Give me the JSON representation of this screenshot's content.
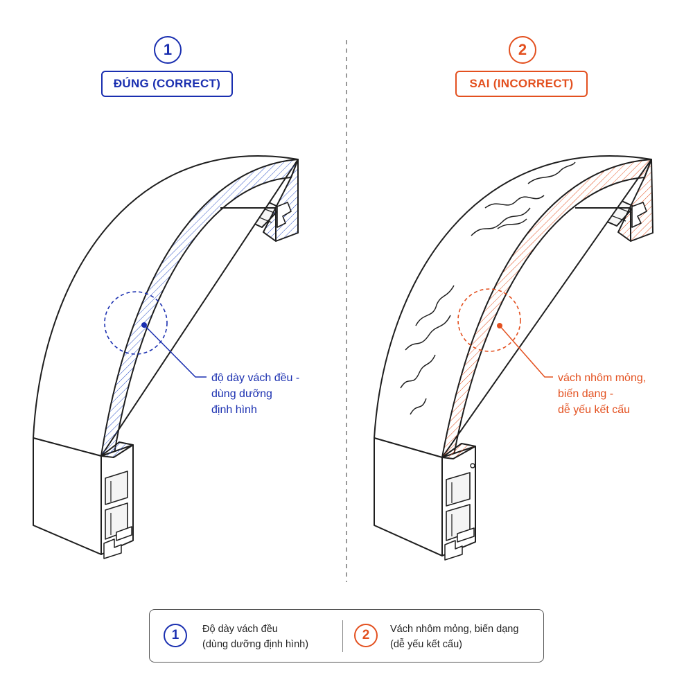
{
  "panels": [
    {
      "number": "1",
      "title": "ĐÚNG (CORRECT)",
      "color": "#1a2fb0",
      "callout_lines": [
        "độ dày vách đều -",
        "dùng dưỡng",
        "định hình"
      ]
    },
    {
      "number": "2",
      "title": "SAI (INCORRECT)",
      "color": "#e3501f",
      "callout_lines": [
        "vách nhôm mỏng,",
        "biến dạng -",
        "dễ yếu kết cấu"
      ]
    }
  ],
  "legend": {
    "items": [
      {
        "number": "1",
        "lines": [
          "Độ dày vách đều",
          "(dùng dưỡng định hình)"
        ],
        "color": "#1a2fb0"
      },
      {
        "number": "2",
        "lines": [
          "Vách nhôm mỏng, biến dạng",
          "(dễ yếu kết cấu)"
        ],
        "color": "#e3501f"
      }
    ]
  },
  "colors": {
    "outline": "#1e1e1e",
    "divider": "#777777"
  }
}
